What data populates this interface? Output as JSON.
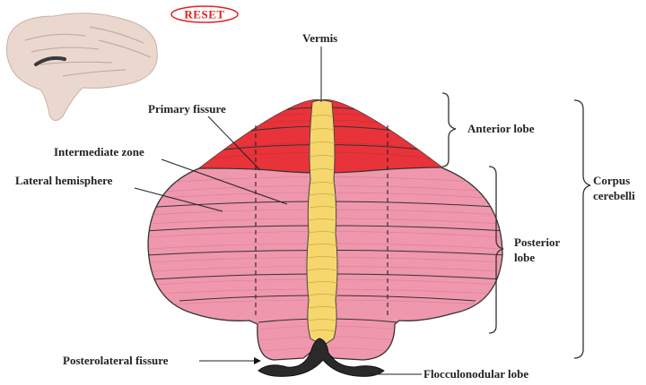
{
  "reset_button": {
    "label": "RESET"
  },
  "labels": {
    "vermis": "Vermis",
    "primary_fissure": "Primary fissure",
    "intermediate_zone": "Intermediate zone",
    "lateral_hemisphere": "Lateral hemisphere",
    "anterior_lobe": "Anterior lobe",
    "posterior_lobe_line1": "Posterior",
    "posterior_lobe_line2": "lobe",
    "corpus_cerebelli_line1": "Corpus",
    "corpus_cerebelli_line2": "cerebelli",
    "posterolateral_fissure": "Posterolateral fissure",
    "flocculonodular_lobe": "Flocculonodular lobe"
  },
  "colors": {
    "anterior_lobe": "#e8333a",
    "posterior_lobe": "#ef97ad",
    "vermis": "#f5d76e",
    "flocculonodular": "#2a2a2a",
    "reset_outline": "#e02020",
    "thumbnail": "#ead8cf"
  },
  "icons": {
    "thumbnail": "cerebellum-thumbnail-icon",
    "reset": "reset-button"
  }
}
